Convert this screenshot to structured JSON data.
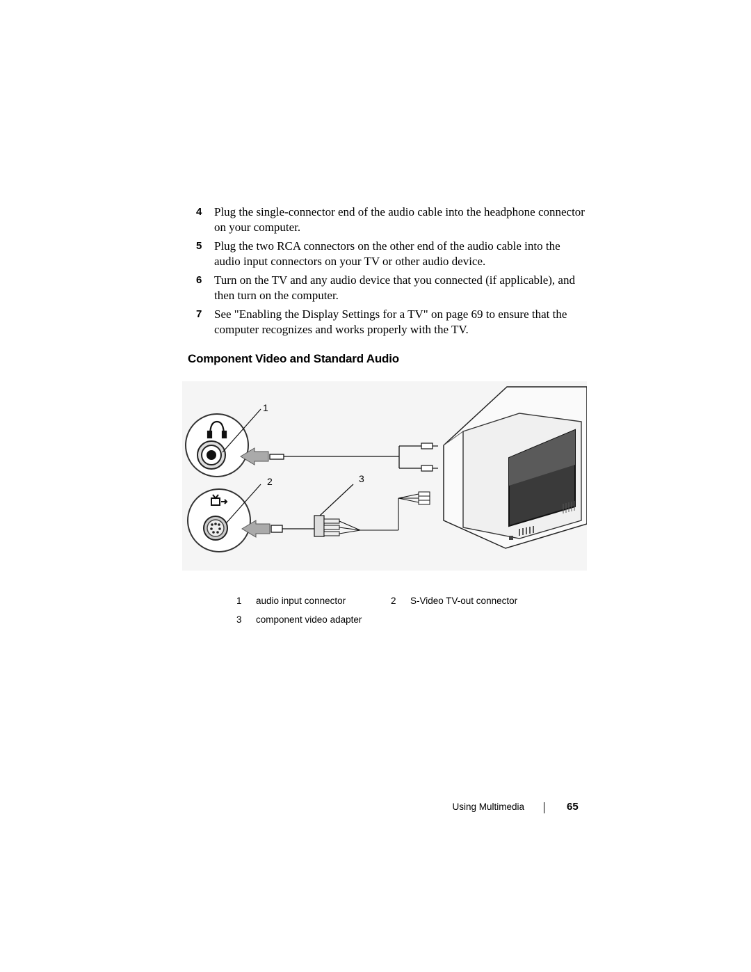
{
  "steps": [
    {
      "number": "4",
      "text": "Plug the single-connector end of the audio cable into the headphone connector on your computer."
    },
    {
      "number": "5",
      "text": "Plug the two RCA connectors on the other end of the audio cable into the audio input connectors on your TV or other audio device."
    },
    {
      "number": "6",
      "text": "Turn on the TV and any audio device that you connected (if applicable), and then turn on the computer."
    },
    {
      "number": "7",
      "text": "See \"Enabling the Display Settings for a TV\" on page 69 to ensure that the computer recognizes and works properly with the TV."
    }
  ],
  "section_heading": "Component Video and Standard Audio",
  "figure": {
    "callouts": [
      "1",
      "2",
      "3"
    ],
    "icons": [
      "headphone-icon",
      "tv-out-icon",
      "audio-jack-icon",
      "svideo-port-icon",
      "arrow-icon",
      "rca-plug-icon",
      "tv-icon"
    ]
  },
  "legend": [
    {
      "number": "1",
      "label": "audio input connector"
    },
    {
      "number": "2",
      "label": "S-Video TV-out connector"
    },
    {
      "number": "3",
      "label": "component video adapter"
    }
  ],
  "footer": {
    "section": "Using Multimedia",
    "page_number": "65"
  }
}
